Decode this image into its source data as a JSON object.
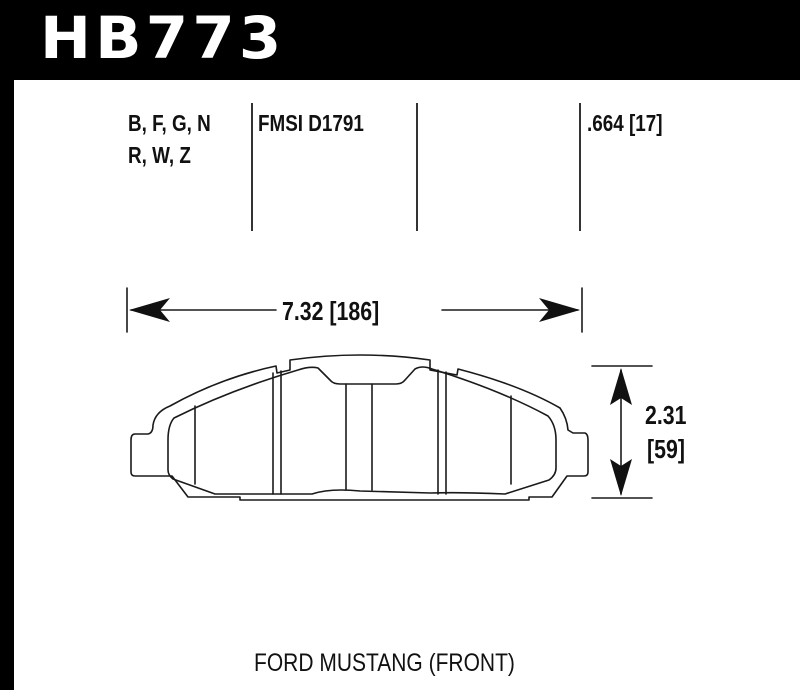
{
  "header": {
    "part_number": "HB773"
  },
  "specs": {
    "compounds_line1": "B, F, G, N",
    "compounds_line2": "R, W, Z",
    "fmsi": "FMSI D1791",
    "thickness": ".664 [17]"
  },
  "dimensions": {
    "width_label": "7.32 [186]",
    "height_label_line1": "2.31",
    "height_label_line2": "[59]"
  },
  "caption": {
    "application": "FORD MUSTANG (FRONT)"
  },
  "colors": {
    "frame": "#000000",
    "background": "#ffffff",
    "line": "#1a1a1a"
  }
}
